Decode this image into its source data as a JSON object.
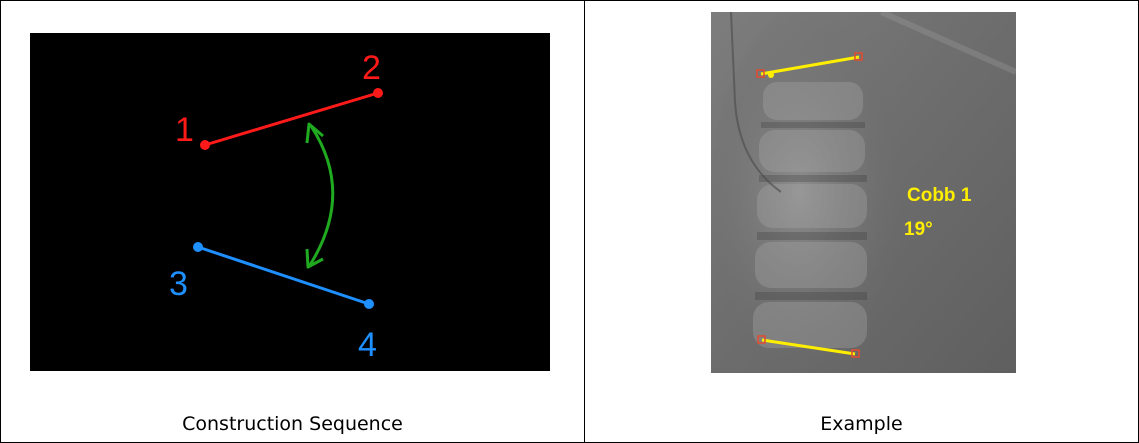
{
  "table": {
    "cells": [
      {
        "caption": "Construction Sequence",
        "diagram": {
          "point_labels": [
            "1",
            "2",
            "3",
            "4"
          ],
          "colors": {
            "background": "#000000",
            "line_1_2": "#ff1a1a",
            "line_3_4": "#1e90ff",
            "angle_arc": "#1faa1f"
          }
        }
      },
      {
        "caption": "Example",
        "xray": {
          "measurement_label": "Cobb 1",
          "measurement_value": "19°",
          "colors": {
            "line": "#ffee00",
            "handle": "#e34a2f",
            "text": "#ffee00"
          }
        }
      }
    ]
  }
}
